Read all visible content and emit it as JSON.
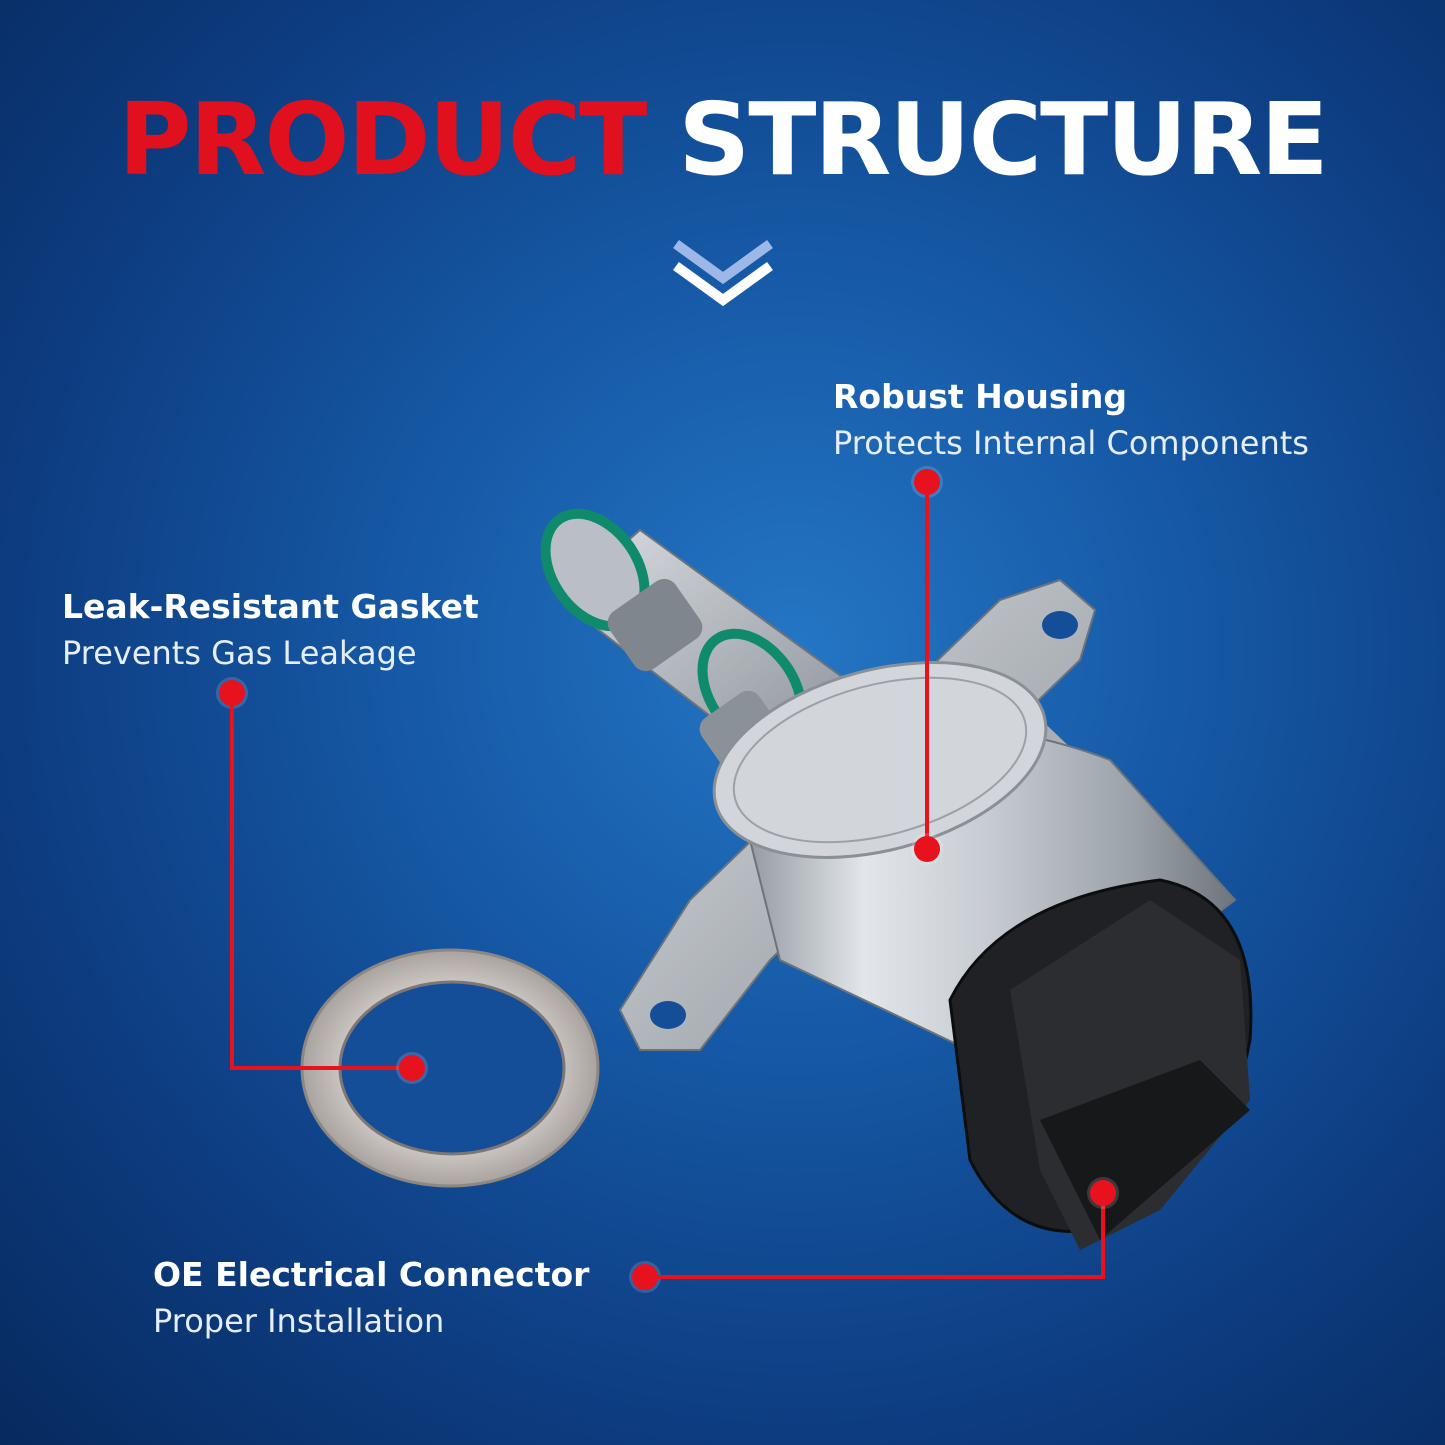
{
  "title": {
    "part1": "PRODUCT",
    "part2": "STRUCTURE"
  },
  "callouts": {
    "housing": {
      "title": "Robust Housing",
      "subtitle": "Protects Internal Components"
    },
    "gasket": {
      "title": "Leak-Resistant Gasket",
      "subtitle": "Prevents Gas Leakage"
    },
    "connector": {
      "title": "OE Electrical Connector",
      "subtitle": "Proper Installation"
    }
  },
  "colors": {
    "accent_red": "#e8121f",
    "background": "#1659a6",
    "title_red": "#e0101e"
  },
  "icons": [
    "double-chevron-down-icon"
  ]
}
